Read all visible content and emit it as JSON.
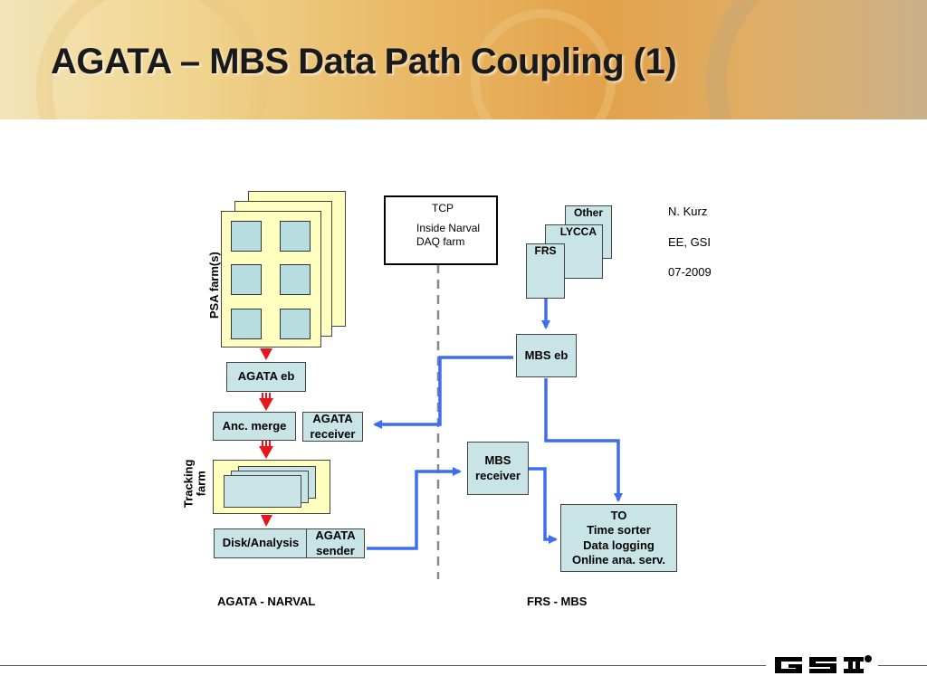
{
  "slide": {
    "title": "AGATA – MBS Data Path Coupling (1)",
    "author": {
      "name": "N. Kurz",
      "org": "EE, GSI",
      "date": "07-2009"
    },
    "logo": "GSI"
  },
  "legend": {
    "tcp": "TCP",
    "inside": "Inside Narval\nDAQ farm"
  },
  "agata_side": {
    "section_label": "AGATA - NARVAL",
    "psa_label": "PSA farm(s)",
    "agata_eb": "AGATA eb",
    "anc_merge": "Anc. merge",
    "agata_receiver": "AGATA\nreceiver",
    "tracking_label": "Tracking\nfarm",
    "disk_analysis": "Disk/Analysis",
    "agata_sender": "AGATA\nsender"
  },
  "frs_side": {
    "section_label": "FRS - MBS",
    "stack": [
      "Other",
      "LYCCA",
      "FRS"
    ],
    "mbs_eb": "MBS eb",
    "mbs_receiver": "MBS\nreceiver",
    "to_box": "TO\nTime sorter\nData logging\nOnline ana. serv."
  },
  "colors": {
    "tcp_arrow": "#3d6ef2",
    "narval_arrow": "#e8161a",
    "box_fill": "#c8e4e6",
    "farm_fill": "#ffffc0"
  }
}
